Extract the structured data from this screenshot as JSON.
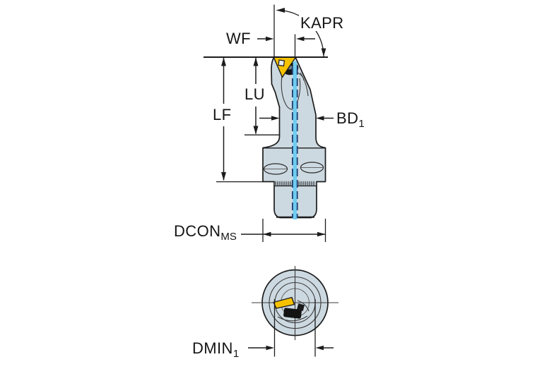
{
  "colors": {
    "steel": "#cdd9e1",
    "steel-dark": "#b3c3cd",
    "insert-yellow": "#f6c200",
    "centerline-cyan": "#70ccf0",
    "hidden-navy": "#1e3f72",
    "line": "#1c1c1c"
  },
  "labels": {
    "kapr": "KAPR",
    "wf": "WF",
    "lf": "LF",
    "lu": "LU",
    "bd": "BD",
    "bd_sub": "1",
    "dcon": "DCON",
    "dcon_sub": "MS",
    "dmin": "DMIN",
    "dmin_sub": "1"
  }
}
